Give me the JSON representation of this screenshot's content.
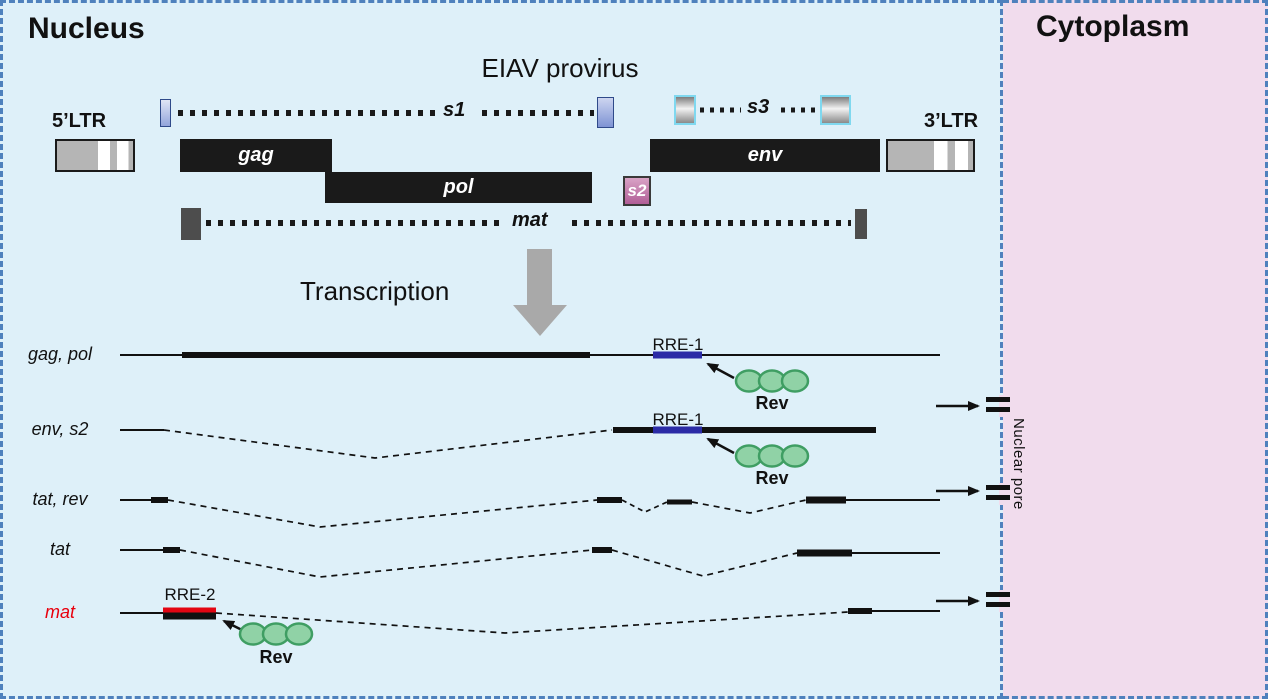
{
  "regions": {
    "nucleus": "Nucleus",
    "cytoplasm": "Cytoplasm",
    "nuclear_pore": "Nuclear pore"
  },
  "provirus": {
    "title": "EIAV provirus",
    "ltr5": "5’LTR",
    "ltr3": "3’LTR",
    "gag": "gag",
    "pol": "pol",
    "env": "env",
    "s2": "s2",
    "s1": "s1",
    "s3": "s3",
    "mat": "mat"
  },
  "process": {
    "transcription": "Transcription"
  },
  "transcripts": {
    "row1": "gag, pol",
    "row2": "env, s2",
    "row3": "tat, rev",
    "row4": "tat",
    "row5": "mat",
    "rre1": "RRE-1",
    "rre2": "RRE-2",
    "rev": "Rev"
  },
  "colors": {
    "nucleus_bg": "#def0f9",
    "cytoplasm_bg": "#f1dced",
    "border_blue": "#4f81bd",
    "gene_box_black": "#1a1a1a",
    "rre1_blue": "#2b2ba6",
    "rre2_red": "#e30613",
    "rev_fill_green": "#90d2a6",
    "rev_stroke_green": "#3f9e63",
    "mat_label_red": "#e8000d",
    "s2_box_pink": "#b15e97",
    "ltr_gray": "#b5b5b5"
  }
}
